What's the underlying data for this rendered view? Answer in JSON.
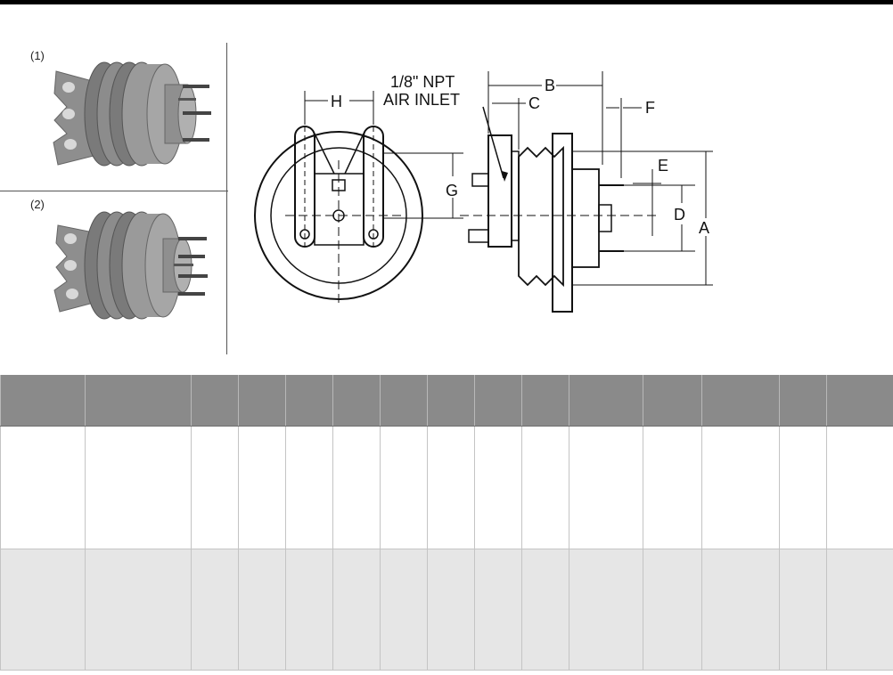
{
  "photos": [
    {
      "label": "(1)",
      "icon": "fan-clutch-photo"
    },
    {
      "label": "(2)",
      "icon": "fan-clutch-photo"
    }
  ],
  "diagram": {
    "labels": {
      "air_inlet_line1": "1/8\" NPT",
      "air_inlet_line2": "AIR INLET",
      "H": "H",
      "G": "G",
      "B": "B",
      "C": "C",
      "F": "F",
      "E": "E",
      "D": "D",
      "A": "A"
    }
  },
  "table": {
    "headers": [
      "",
      "",
      "",
      "",
      "",
      "",
      "",
      "",
      "",
      "",
      "",
      "",
      "",
      "",
      ""
    ],
    "rows": [
      [
        "",
        "",
        "",
        "",
        "",
        "",
        "",
        "",
        "",
        "",
        "",
        "",
        "",
        "",
        ""
      ],
      [
        "",
        "",
        "",
        "",
        "",
        "",
        "",
        "",
        "",
        "",
        "",
        "",
        "",
        "",
        ""
      ]
    ]
  }
}
